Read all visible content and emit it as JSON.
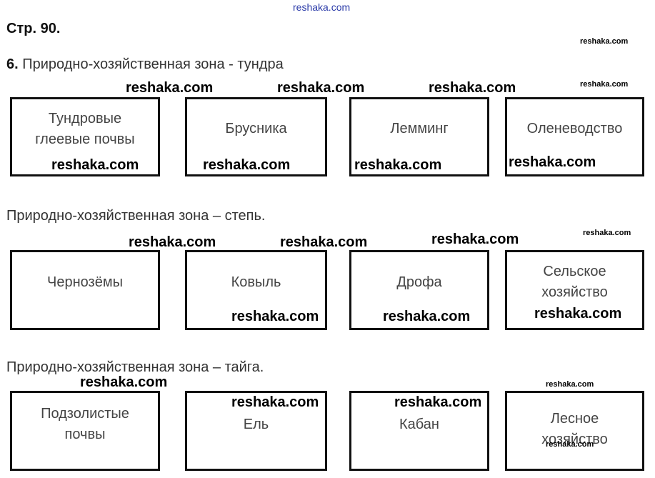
{
  "page_label": "Стр. 90.",
  "task_number": "6.",
  "zones": [
    {
      "title": "Природно-хозяйственная зона - тундра",
      "cells": [
        "Тундровые глеевые почвы",
        "Брусника",
        "Лемминг",
        "Оленеводство"
      ]
    },
    {
      "title": "Природно-хозяйственная зона – степь.",
      "cells": [
        "Чернозёмы",
        "Ковыль",
        "Дрофа",
        "Сельское хозяйство"
      ]
    },
    {
      "title": "Природно-хозяйственная зона – тайга.",
      "cells": [
        "Подзолистые почвы",
        "Ель",
        "Кабан",
        "Лесное хозяйство"
      ]
    }
  ],
  "watermark": "reshaka.com"
}
